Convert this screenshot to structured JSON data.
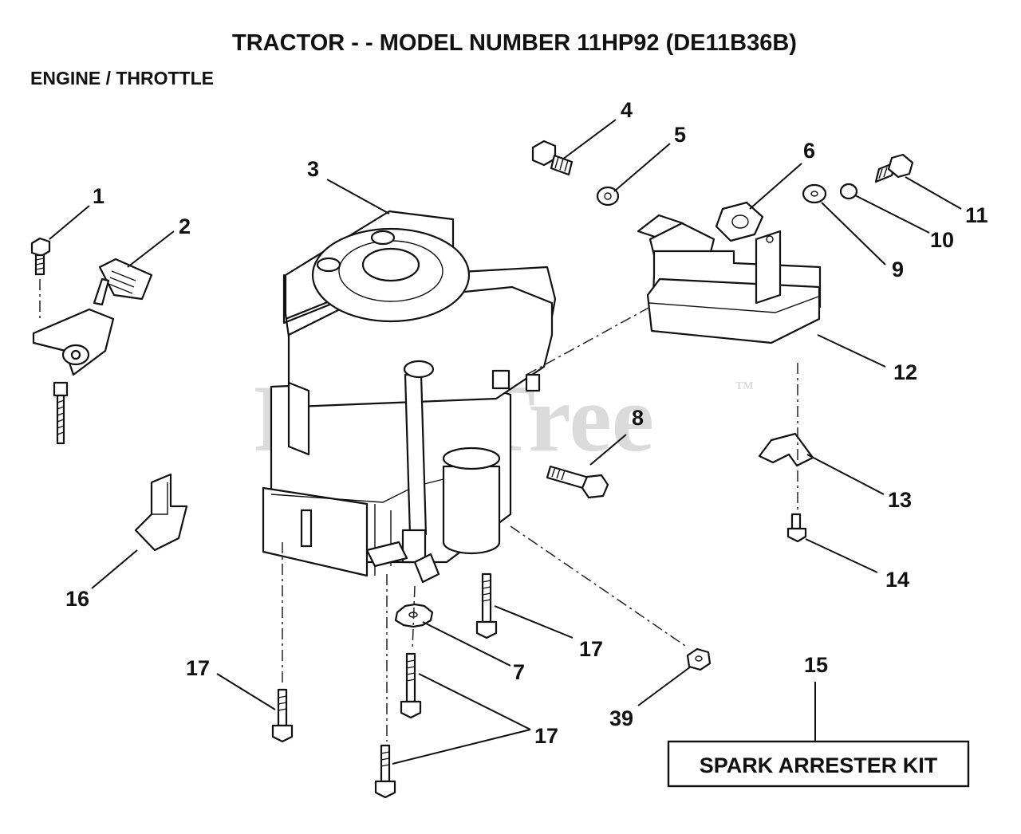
{
  "header": {
    "title": "TRACTOR - - MODEL NUMBER 11HP92 (DE11B36B)",
    "subtitle": "ENGINE / THROTTLE"
  },
  "watermark": {
    "text": "PartsTree",
    "mark": "TM"
  },
  "callouts": {
    "c1": "1",
    "c2": "2",
    "c3": "3",
    "c4": "4",
    "c5": "5",
    "c6": "6",
    "c7": "7",
    "c8": "8",
    "c9": "9",
    "c10": "10",
    "c11": "11",
    "c12": "12",
    "c13": "13",
    "c14": "14",
    "c15": "15",
    "c16": "16",
    "c17a": "17",
    "c17b": "17",
    "c17c": "17",
    "c39": "39"
  },
  "kit": {
    "label": "SPARK ARRESTER KIT"
  }
}
